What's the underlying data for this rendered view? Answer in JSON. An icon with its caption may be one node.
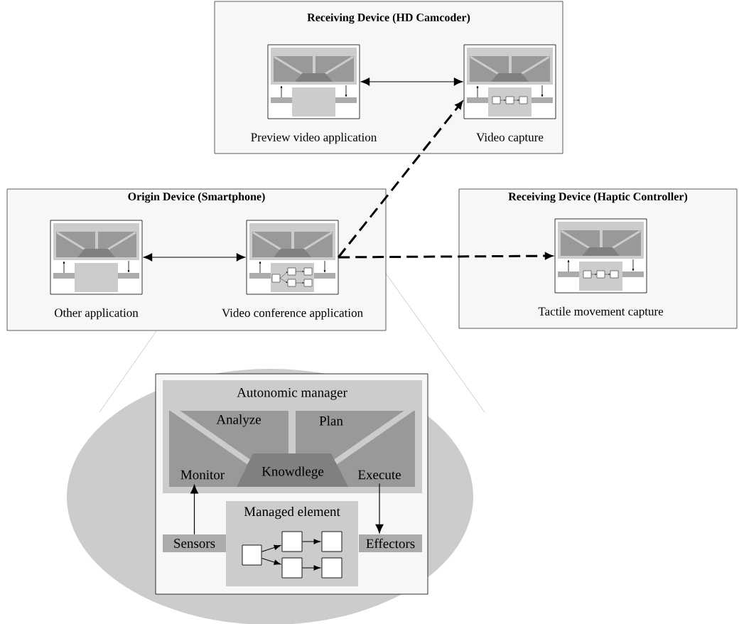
{
  "diagram": {
    "nodes": [
      {
        "text": [
          "Receiving Device (HD Camcoder)"
        ]
      },
      {
        "text": [
          "Preview video application"
        ],
        "in": 0
      },
      {
        "text": [
          "Video capture"
        ],
        "in": 0
      },
      {
        "text": [
          "Origin Device (Smartphone)"
        ]
      },
      {
        "text": [
          "Other application"
        ],
        "in": 3
      },
      {
        "text": [
          "Video conference application"
        ],
        "in": 3
      },
      {
        "text": [
          "Receiving Device (Haptic Controller)"
        ]
      },
      {
        "text": [
          "Tactile movement capture"
        ],
        "in": 6
      },
      {
        "text": [
          "Autonomic manager"
        ]
      },
      {
        "text": [
          "Analyze"
        ],
        "in": 8
      },
      {
        "text": [
          "Plan"
        ],
        "in": 8
      },
      {
        "text": [
          "Monitor"
        ],
        "in": 8
      },
      {
        "text": [
          "Knowdlege"
        ],
        "in": 8
      },
      {
        "text": [
          "Execute"
        ],
        "in": 8
      },
      {
        "text": [
          "Sensors"
        ]
      },
      {
        "text": [
          "Managed element"
        ]
      },
      {
        "text": [],
        "shape": "box",
        "in": 15
      },
      {
        "text": [],
        "shape": "box",
        "in": 15
      },
      {
        "text": [],
        "shape": "box",
        "in": 15
      },
      {
        "text": [],
        "shape": "box",
        "in": 15
      },
      {
        "text": [],
        "shape": "box",
        "in": 15
      },
      {
        "text": [
          "Effectors"
        ]
      }
    ],
    "edges": [
      {
        "from": 1,
        "to": 2,
        "arrow": "both"
      },
      {
        "from": 4,
        "to": 5,
        "arrow": "both"
      },
      {
        "from": 5,
        "to": 2,
        "arrow": "to",
        "style": "dashed"
      },
      {
        "from": 5,
        "to": 7,
        "arrow": "to",
        "style": "dashed"
      },
      {
        "from": 14,
        "to": 11,
        "arrow": "to"
      },
      {
        "from": 13,
        "to": 21,
        "arrow": "to"
      },
      {
        "from": 16,
        "to": 17,
        "arrow": "to"
      },
      {
        "from": 16,
        "to": 18,
        "arrow": "to"
      },
      {
        "from": 17,
        "to": 19,
        "arrow": "to"
      },
      {
        "from": 18,
        "to": 20,
        "arrow": "to"
      }
    ]
  }
}
